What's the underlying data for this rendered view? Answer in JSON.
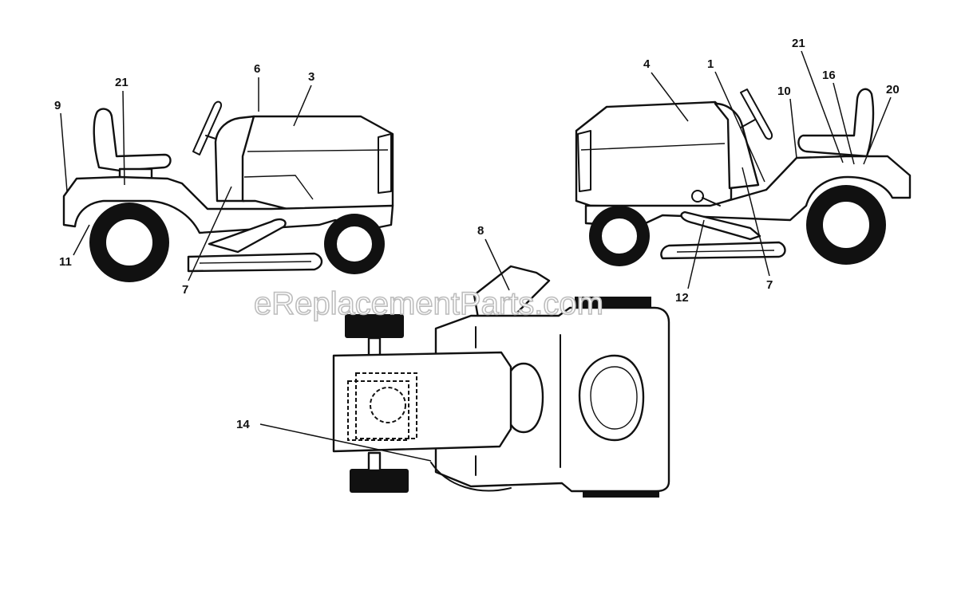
{
  "watermark": "eReplacementParts.com",
  "callouts": {
    "left_9": "9",
    "left_21": "21",
    "left_6": "6",
    "left_3": "3",
    "left_11": "11",
    "left_7": "7",
    "right_4": "4",
    "right_1": "1",
    "right_21": "21",
    "right_16": "16",
    "right_10": "10",
    "right_20": "20",
    "right_12": "12",
    "right_7": "7",
    "top_8": "8",
    "top_14": "14"
  }
}
